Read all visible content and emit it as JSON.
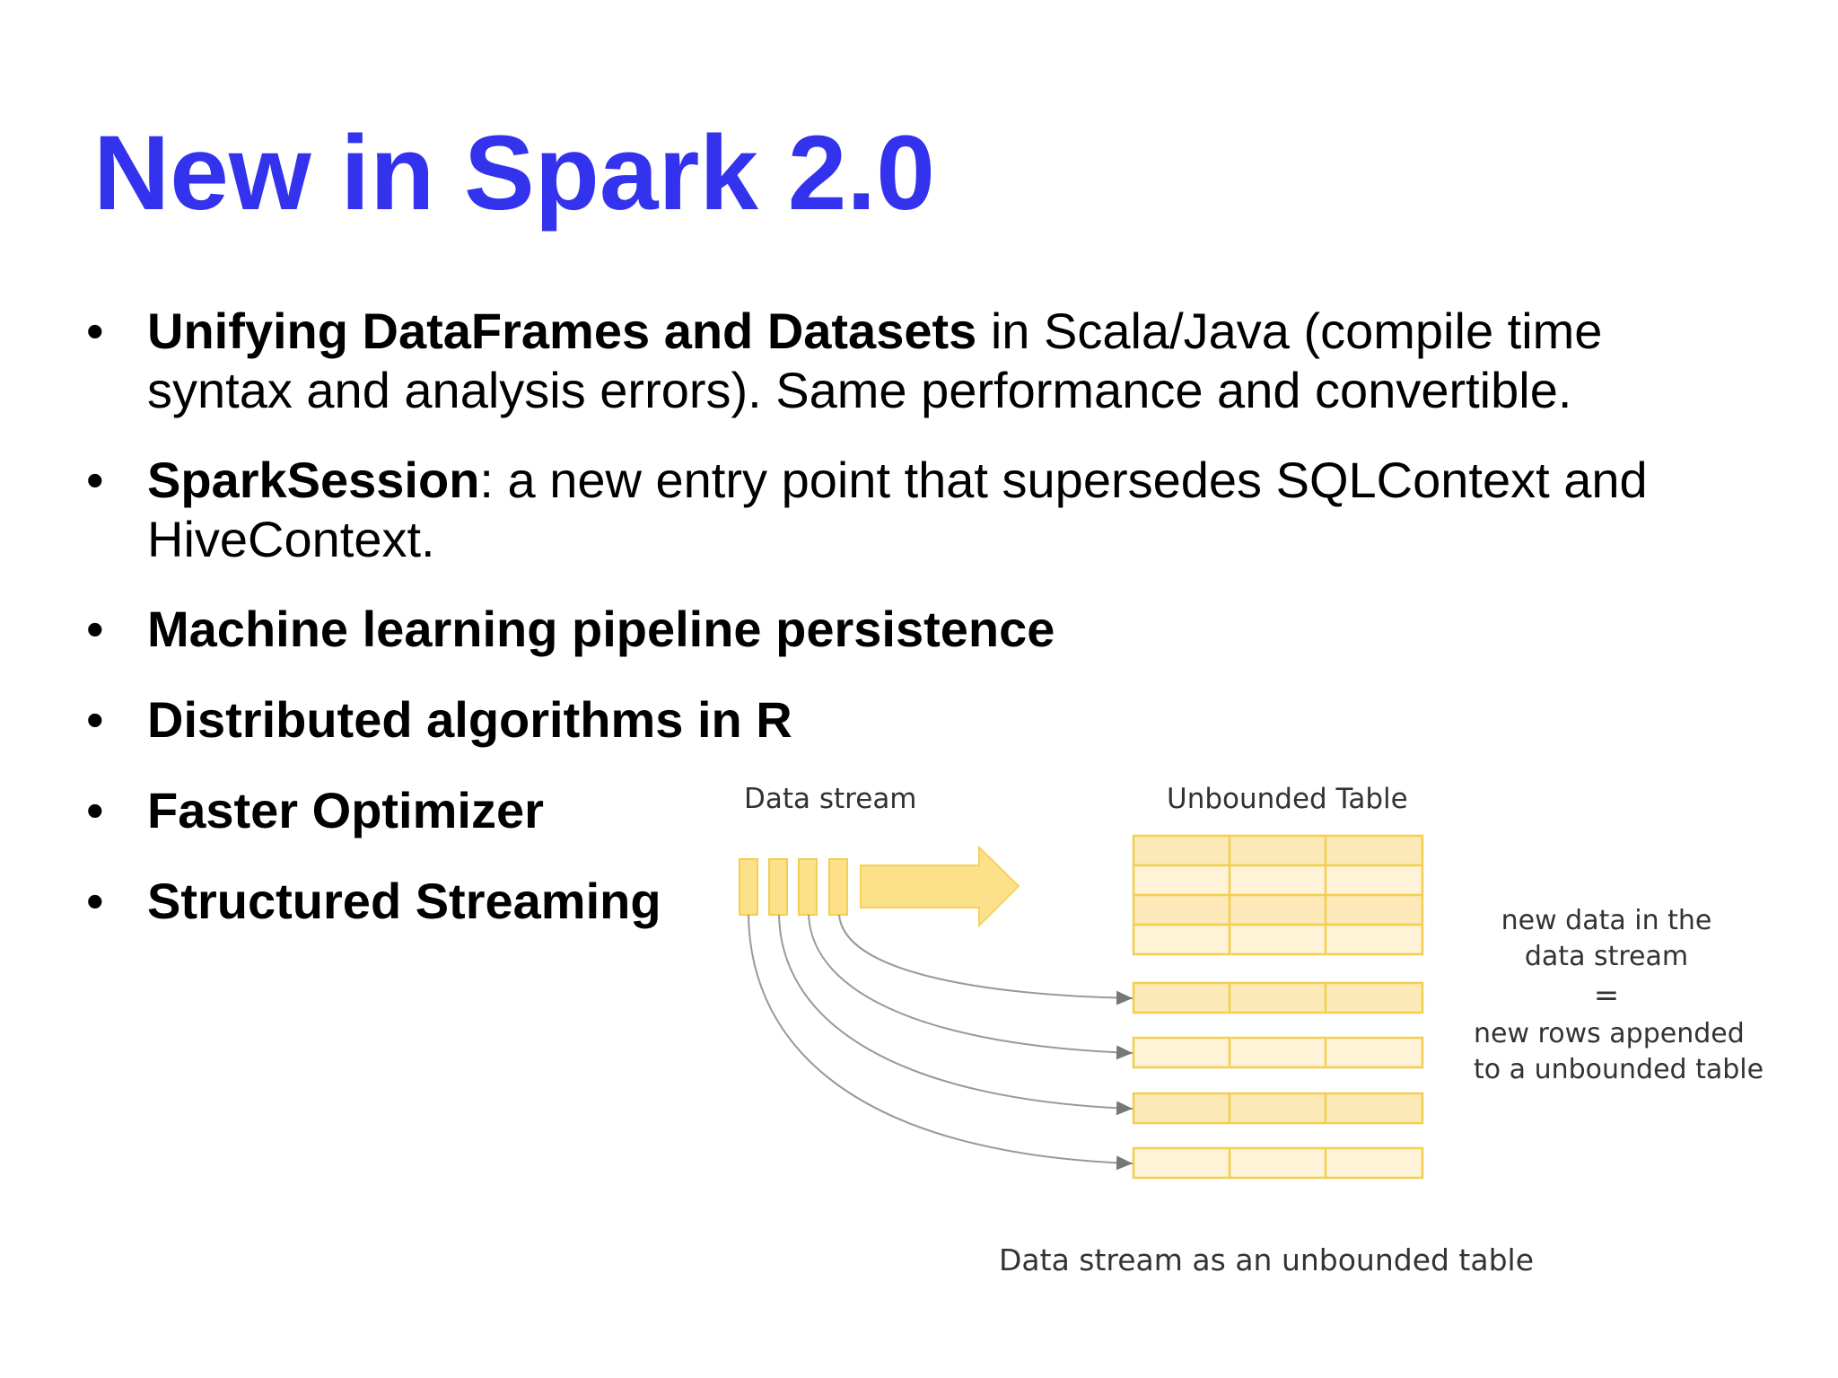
{
  "slide": {
    "title": "New in Spark 2.0",
    "bullets": [
      {
        "bold": "Unifying DataFrames and Datasets",
        "rest_line1": " in Scala/Java (compile time",
        "rest_line2": "syntax and analysis errors). Same performance and convertible."
      },
      {
        "bold": "SparkSession",
        "rest_line1": ": a new entry point that supersedes SQLContext and",
        "rest_line2": "HiveContext."
      },
      {
        "bold": "Machine learning pipeline persistence"
      },
      {
        "bold": "Distributed algorithms in R"
      },
      {
        "bold": "Faster Optimizer"
      },
      {
        "bold": "Structured Streaming"
      }
    ],
    "bullet_symbol": "•"
  },
  "figure": {
    "data_stream_label": "Data stream",
    "unbounded_table_label": "Unbounded Table",
    "note_line1": "new data in the",
    "note_line2": "data stream",
    "note_equals": "=",
    "note_line3": "new rows appended",
    "note_line4": "to a unbounded table",
    "caption": "Data stream as an unbounded table",
    "colors": {
      "cell_fill": "#fde9b8",
      "cell_fill_light": "#fef3d6",
      "cell_stroke": "#f2cf4e",
      "arrow_fill": "#fde08a",
      "arrow_stroke": "#f5d35a",
      "curve_stroke": "#999999"
    }
  }
}
